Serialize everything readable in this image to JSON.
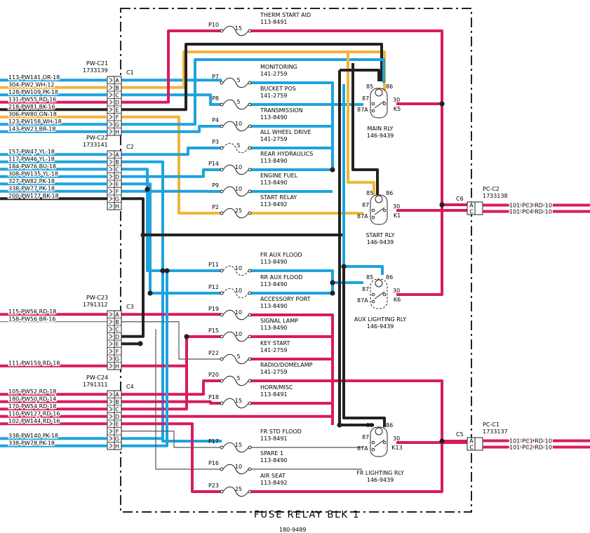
{
  "block_title": "FUSE RELAY BLK 1",
  "drawing_number": "180-9489",
  "colors": {
    "red": "#d81b60",
    "blue": "#1ea3dc",
    "orange": "#f2b53a",
    "black": "#222222",
    "gray": "#555555"
  },
  "connectors": [
    {
      "id": "C1",
      "name": "PW-C21",
      "part": "1733139",
      "pins": [
        "A",
        "B",
        "C",
        "D",
        "E",
        "F",
        "G",
        "H"
      ],
      "wires": [
        {
          "label": "113-PW141 OR-18",
          "color": "blue"
        },
        {
          "label": "304-PW2 WH-12",
          "color": "orange"
        },
        {
          "label": "128-PW109 PK-18",
          "color": "blue"
        },
        {
          "label": "131-PW55 RD-16",
          "color": "red"
        },
        {
          "label": "218-PW81 BK-16",
          "color": "black"
        },
        {
          "label": "306-PW80 GN-18",
          "color": "orange"
        },
        {
          "label": "123-PW158 WH-18",
          "color": "blue"
        },
        {
          "label": "143-PW23 BR-18",
          "color": "blue"
        }
      ]
    },
    {
      "id": "C2",
      "name": "PW-C22",
      "part": "1733141",
      "pins": [
        "A",
        "B",
        "C",
        "D",
        "E",
        "F",
        "G",
        "H"
      ],
      "wires": [
        {
          "label": "157-PW47 YL-18",
          "color": "blue"
        },
        {
          "label": "117-PW46 YL-18",
          "color": "blue"
        },
        {
          "label": "184-PW76 BU-18",
          "color": "blue"
        },
        {
          "label": "308-PW135 YL-18",
          "color": "blue"
        },
        {
          "label": "327-PW82 PK-18",
          "color": "blue"
        },
        {
          "label": "338-PW77 PK-18",
          "color": "blue"
        },
        {
          "label": "200-PW177 BK-18",
          "color": "black"
        }
      ]
    },
    {
      "id": "C3",
      "name": "PW-C23",
      "part": "1791312",
      "pins": [
        "A",
        "B",
        "C",
        "D",
        "E",
        "F",
        "G",
        "H"
      ],
      "wires": [
        {
          "label": "115-PW56 RD-18",
          "color": "red",
          "pin": 0
        },
        {
          "label": "158-PW56 BR-16",
          "color": "gray",
          "pin": 1
        },
        {
          "label": "111-PW159 RD-18",
          "color": "red",
          "pin": 7
        }
      ]
    },
    {
      "id": "C4",
      "name": "PW-C24",
      "part": "1791311",
      "pins": [
        "A",
        "B",
        "C",
        "D",
        "E",
        "F",
        "G",
        "H"
      ],
      "wires": [
        {
          "label": "105-PW52 RD-18",
          "color": "red",
          "pin": 0
        },
        {
          "label": "180-PW50 RD-14",
          "color": "red",
          "pin": 1
        },
        {
          "label": "170-PW54 RD-18",
          "color": "red",
          "pin": 2
        },
        {
          "label": "110-PW127 RD-16",
          "color": "red",
          "pin": 3
        },
        {
          "label": "102-PW144 RD-16",
          "color": "red",
          "pin": 4
        },
        {
          "label": "338-PW140 PK-18",
          "color": "blue",
          "pin": 6
        },
        {
          "label": "338-PW78 PK-18",
          "color": "blue",
          "pin": 7
        }
      ]
    }
  ],
  "right_connectors": [
    {
      "id": "C6",
      "name": "PC-C2",
      "part": "1733138",
      "pins": [
        "A",
        "C"
      ],
      "wires": [
        {
          "label": "101-PC3 RD-10"
        },
        {
          "label": "101-PC4 RD-10"
        }
      ]
    },
    {
      "id": "C5",
      "name": "PC-C1",
      "part": "1733137",
      "pins": [
        "A",
        "C"
      ],
      "wires": [
        {
          "label": "101-PC1 RD-10"
        },
        {
          "label": "101-PC2 RD-10"
        }
      ]
    }
  ],
  "fuses": [
    {
      "id": "P10",
      "rating": "15",
      "name": "THERM START AID",
      "part": "113-8491",
      "dashed": false
    },
    {
      "id": "P7",
      "rating": "5",
      "name": "MONITORING",
      "part": "141-2759",
      "dashed": false
    },
    {
      "id": "P8",
      "rating": "5",
      "name": "BUCKET POS",
      "part": "141-2759",
      "dashed": false
    },
    {
      "id": "P4",
      "rating": "10",
      "name": "TRANSMISSION",
      "part": "113-8490",
      "dashed": false
    },
    {
      "id": "P3",
      "rating": "5",
      "name": "ALL WHEEL DRIVE",
      "part": "141-2759",
      "dashed": true
    },
    {
      "id": "P14",
      "rating": "10",
      "name": "REAR HYDRAULICS",
      "part": "113-8490",
      "dashed": false
    },
    {
      "id": "P9",
      "rating": "10",
      "name": "ENGINE FUEL",
      "part": "113-8490",
      "dashed": false
    },
    {
      "id": "P2",
      "rating": "25",
      "name": "START RELAY",
      "part": "113-8492",
      "dashed": false
    },
    {
      "id": "P11",
      "rating": "10",
      "name": "FR AUX FLOOD",
      "part": "113-8490",
      "dashed": true
    },
    {
      "id": "P12",
      "rating": "10",
      "name": "RR AUX FLOOD",
      "part": "113-8490",
      "dashed": true
    },
    {
      "id": "P19",
      "rating": "10",
      "name": "ACCESSORY PORT",
      "part": "113-8490",
      "dashed": false
    },
    {
      "id": "P15",
      "rating": "10",
      "name": "SIGNAL LAMP",
      "part": "113-8490",
      "dashed": false
    },
    {
      "id": "P22",
      "rating": "5",
      "name": "KEY START",
      "part": "141-2759",
      "dashed": false
    },
    {
      "id": "P20",
      "rating": "5",
      "name": "RADIO/DOMELAMP",
      "part": "141-2759",
      "dashed": false
    },
    {
      "id": "P18",
      "rating": "15",
      "name": "HORN/MISC",
      "part": "113-8491",
      "dashed": false
    },
    {
      "id": "P17",
      "rating": "15",
      "name": "FR STD FLOOD",
      "part": "113-8491",
      "dashed": false
    },
    {
      "id": "P16",
      "rating": "10",
      "name": "SPARE 1",
      "part": "113-8490",
      "dashed": false
    },
    {
      "id": "P23",
      "rating": "25",
      "name": "AIR SEAT",
      "part": "113-8492",
      "dashed": false
    }
  ],
  "relays": [
    {
      "id": "K5",
      "name": "MAIN RLY",
      "part": "146-9439",
      "dashed": false,
      "pins": [
        "85",
        "86",
        "87",
        "30",
        "87A"
      ]
    },
    {
      "id": "K1",
      "name": "START RLY",
      "part": "146-9439",
      "dashed": false,
      "pins": [
        "85",
        "86",
        "87",
        "30",
        "87A"
      ]
    },
    {
      "id": "K6",
      "name": "AUX LIGHTING RLY",
      "part": "146-9439",
      "dashed": true,
      "pins": [
        "85",
        "86",
        "87",
        "30",
        "87A"
      ]
    },
    {
      "id": "K13",
      "name": "FR LIGHTING RLY",
      "part": "146-9439",
      "dashed": false,
      "pins": [
        "85",
        "86",
        "87",
        "30",
        "87A"
      ]
    }
  ]
}
